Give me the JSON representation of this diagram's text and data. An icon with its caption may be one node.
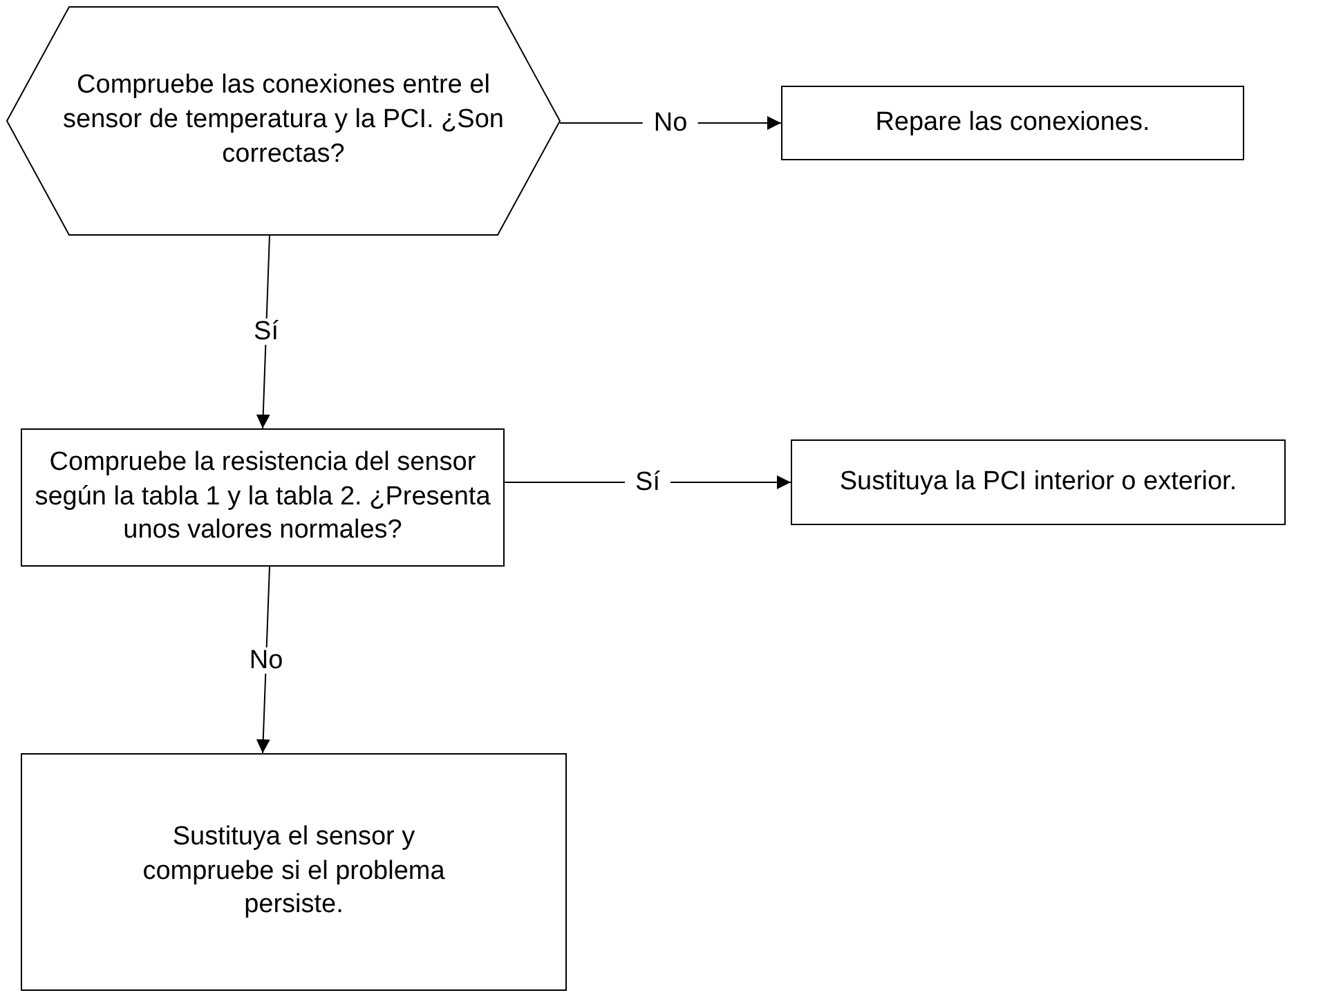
{
  "diagram": {
    "nodes": [
      {
        "text": [
          "Compruebe las conexiones entre el sensor de temperatura y la PCI. ¿Son correctas?"
        ]
      },
      {
        "text": [
          "Repare las conexiones."
        ]
      },
      {
        "text": [
          "Compruebe la resistencia del sensor según la tabla 1 y la tabla 2. ¿Presenta unos valores normales?"
        ]
      },
      {
        "text": [
          "Sustituya la PCI interior o exterior."
        ]
      },
      {
        "text": [
          "Sustituya el sensor y compruebe si el problema persiste."
        ]
      }
    ],
    "edges": [
      {
        "from": 0,
        "to": 1,
        "arrow": "to",
        "label": "No"
      },
      {
        "from": 0,
        "to": 2,
        "arrow": "to",
        "label": "Sí"
      },
      {
        "from": 2,
        "to": 3,
        "arrow": "to",
        "label": "Sí"
      },
      {
        "from": 2,
        "to": 4,
        "arrow": "to",
        "label": "No"
      }
    ]
  }
}
